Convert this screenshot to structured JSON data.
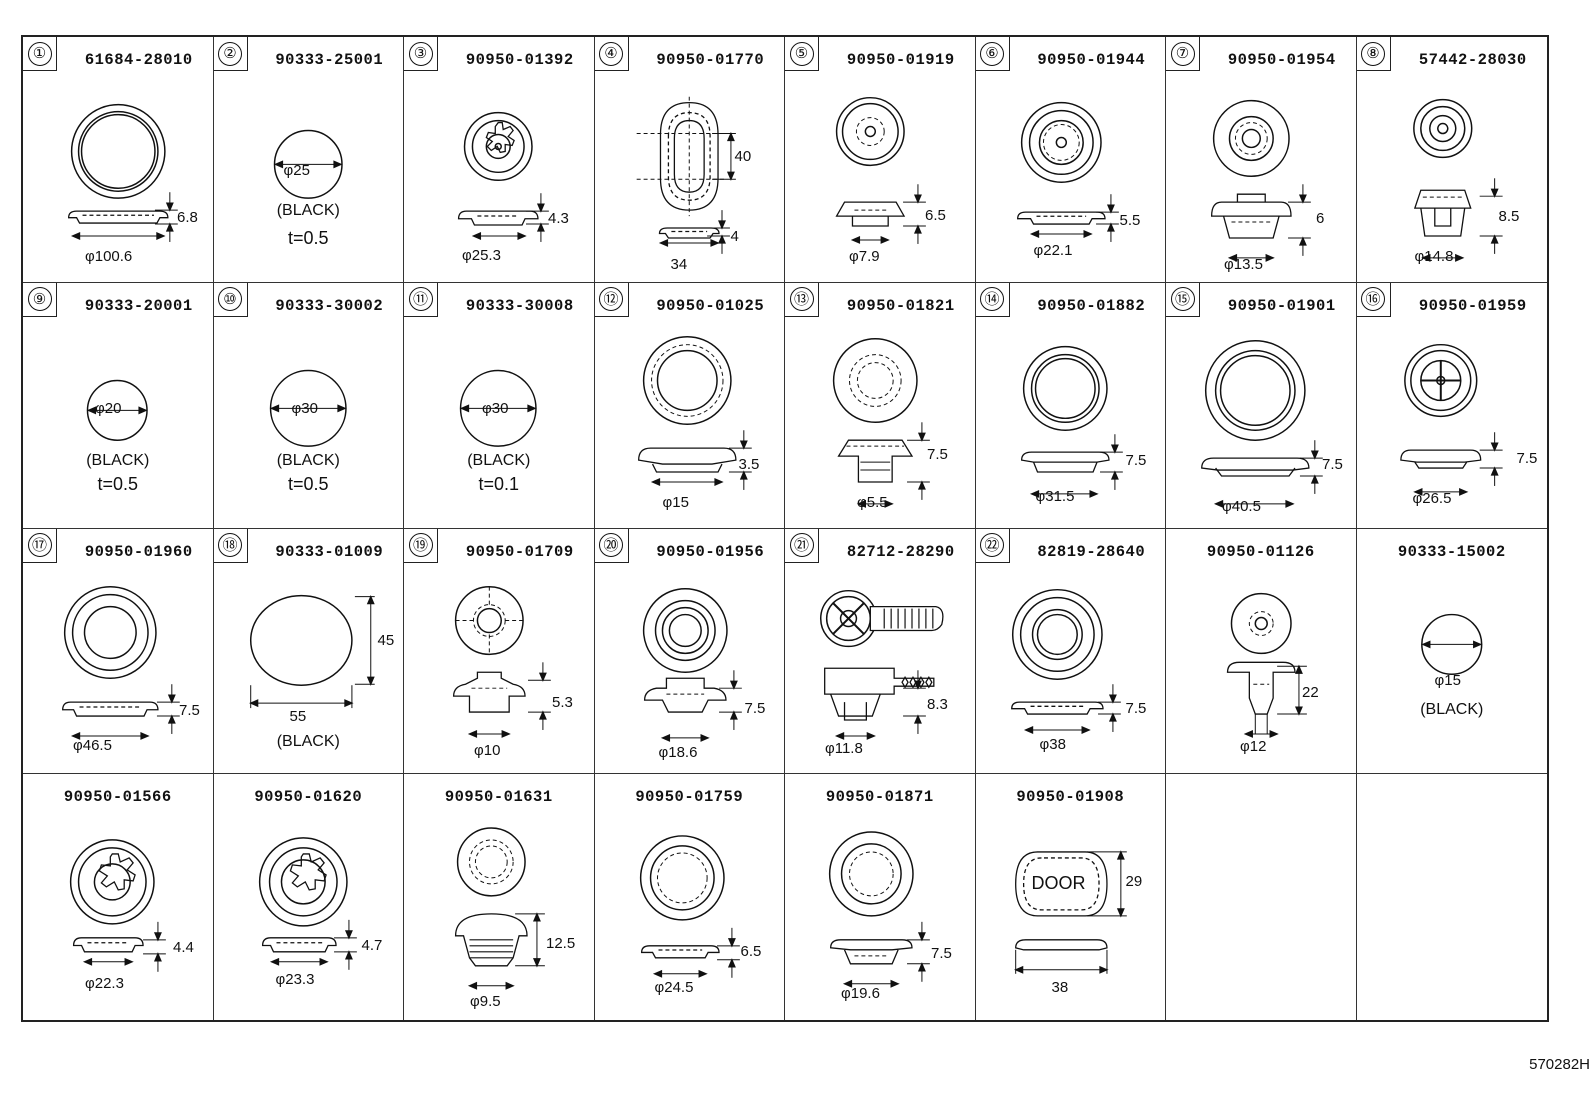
{
  "cells": [
    {
      "num": "①",
      "pn": "61684-28010",
      "dims": [
        "6.8",
        "φ100.6"
      ]
    },
    {
      "num": "②",
      "pn": "90333-25001",
      "dims": [
        "φ25"
      ],
      "note": "(BLACK)",
      "thick": "t=0.5"
    },
    {
      "num": "③",
      "pn": "90950-01392",
      "dims": [
        "4.3",
        "φ25.3"
      ]
    },
    {
      "num": "④",
      "pn": "90950-01770",
      "dims": [
        "40",
        "4",
        "34"
      ]
    },
    {
      "num": "⑤",
      "pn": "90950-01919",
      "dims": [
        "6.5",
        "φ7.9"
      ]
    },
    {
      "num": "⑥",
      "pn": "90950-01944",
      "dims": [
        "5.5",
        "φ22.1"
      ]
    },
    {
      "num": "⑦",
      "pn": "90950-01954",
      "dims": [
        "6",
        "φ13.5"
      ]
    },
    {
      "num": "⑧",
      "pn": "57442-28030",
      "dims": [
        "8.5",
        "φ14.8"
      ]
    },
    {
      "num": "⑨",
      "pn": "90333-20001",
      "dims": [
        "φ20"
      ],
      "note": "(BLACK)",
      "thick": "t=0.5"
    },
    {
      "num": "⑩",
      "pn": "90333-30002",
      "dims": [
        "φ30"
      ],
      "note": "(BLACK)",
      "thick": "t=0.5"
    },
    {
      "num": "⑪",
      "pn": "90333-30008",
      "dims": [
        "φ30"
      ],
      "note": "(BLACK)",
      "thick": "t=0.1"
    },
    {
      "num": "⑫",
      "pn": "90950-01025",
      "dims": [
        "3.5",
        "φ15"
      ]
    },
    {
      "num": "⑬",
      "pn": "90950-01821",
      "dims": [
        "7.5",
        "φ5.5"
      ]
    },
    {
      "num": "⑭",
      "pn": "90950-01882",
      "dims": [
        "7.5",
        "φ31.5"
      ]
    },
    {
      "num": "⑮",
      "pn": "90950-01901",
      "dims": [
        "7.5",
        "φ40.5"
      ]
    },
    {
      "num": "⑯",
      "pn": "90950-01959",
      "dims": [
        "7.5",
        "φ26.5"
      ]
    },
    {
      "num": "⑰",
      "pn": "90950-01960",
      "dims": [
        "7.5",
        "φ46.5"
      ]
    },
    {
      "num": "⑱",
      "pn": "90333-01009",
      "dims": [
        "45",
        "55"
      ],
      "note": "(BLACK)"
    },
    {
      "num": "⑲",
      "pn": "90950-01709",
      "dims": [
        "5.3",
        "φ10"
      ]
    },
    {
      "num": "⑳",
      "pn": "90950-01956",
      "dims": [
        "7.5",
        "φ18.6"
      ]
    },
    {
      "num": "㉑",
      "pn": "82712-28290",
      "dims": [
        "8.3",
        "φ11.8"
      ]
    },
    {
      "num": "㉒",
      "pn": "82819-28640",
      "dims": [
        "7.5",
        "φ38"
      ]
    },
    {
      "num": "",
      "pn": "90950-01126",
      "dims": [
        "22",
        "φ12"
      ]
    },
    {
      "num": "",
      "pn": "90333-15002",
      "dims": [
        "φ15"
      ],
      "note": "(BLACK)"
    },
    {
      "num": "",
      "pn": "90950-01566",
      "dims": [
        "4.4",
        "φ22.3"
      ]
    },
    {
      "num": "",
      "pn": "90950-01620",
      "dims": [
        "4.7",
        "φ23.3"
      ]
    },
    {
      "num": "",
      "pn": "90950-01631",
      "dims": [
        "12.5",
        "φ9.5"
      ]
    },
    {
      "num": "",
      "pn": "90950-01759",
      "dims": [
        "6.5",
        "φ24.5"
      ]
    },
    {
      "num": "",
      "pn": "90950-01871",
      "dims": [
        "7.5",
        "φ19.6"
      ]
    },
    {
      "num": "",
      "pn": "90950-01908",
      "dims": [
        "29",
        "38"
      ],
      "text": "DOOR"
    },
    {
      "num": "",
      "pn": ""
    },
    {
      "num": "",
      "pn": ""
    }
  ],
  "diagram_code": "570282H"
}
